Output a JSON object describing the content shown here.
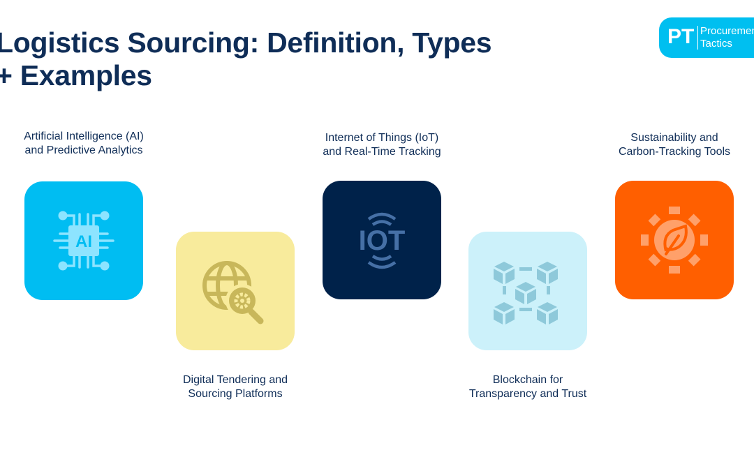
{
  "title_line1": "Logistics Sourcing: Definition, Types",
  "title_line2": "+ Examples",
  "logo": {
    "mark": "PT",
    "name_line1": "Procurement",
    "name_line2": "Tactics",
    "color": "#00bff0"
  },
  "items": [
    {
      "line1": "Artificial Intelligence (AI)",
      "line2": "and Predictive Analytics",
      "icon": "ai-chip-icon",
      "bg": "#00bdf2",
      "fg": "#8de4ff"
    },
    {
      "line1": "Digital Tendering and",
      "line2": "Sourcing Platforms",
      "icon": "globe-gear-search-icon",
      "bg": "#f8eb9c",
      "fg": "#c8b75a"
    },
    {
      "line1": "Internet of Things (IoT)",
      "line2": "and Real-Time Tracking",
      "icon": "iot-icon",
      "bg": "#00224a",
      "fg": "#4670a6"
    },
    {
      "line1": "Blockchain for",
      "line2": "Transparency and Trust",
      "icon": "blockchain-cubes-icon",
      "bg": "#ccf1fa",
      "fg": "#8ec9da"
    },
    {
      "line1": "Sustainability and",
      "line2": "Carbon-Tracking Tools",
      "icon": "sun-leaf-icon",
      "bg": "#ff5f00",
      "fg": "#ffa06a"
    }
  ],
  "icon_text": {
    "ai": "AI",
    "iot": "IOT"
  }
}
